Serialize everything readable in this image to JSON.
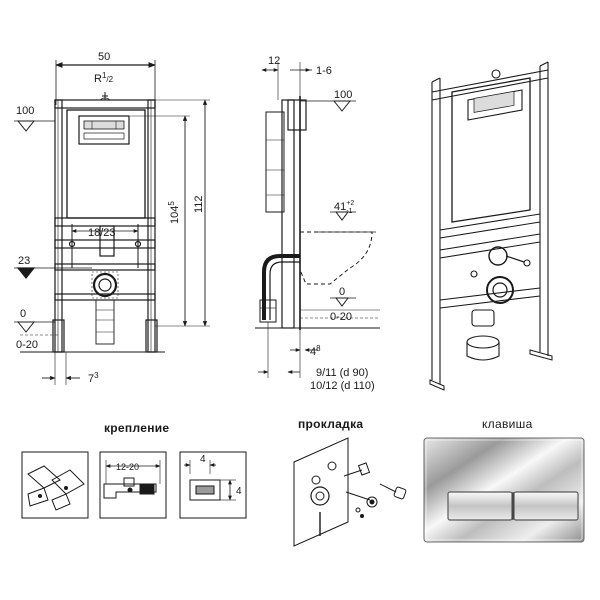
{
  "front_view": {
    "width": "50",
    "thread": "R",
    "thread_sup": "1",
    "thread_sub": "/2",
    "top_level": "100",
    "pipe_level": "23",
    "floor_level": "0",
    "floor_range": "0-20",
    "spacing": "18/23",
    "height_total": "112",
    "height_inner": "104",
    "height_inner_sup": "5",
    "offset": "7",
    "offset_sup": "3"
  },
  "side_view": {
    "depth_a": "12",
    "depth_b": "1-6",
    "top_level": "100",
    "bowl_height": "41",
    "bowl_tol_plus": "+2",
    "bowl_tol_minus": "-1",
    "floor_level": "0",
    "floor_range": "0-20",
    "wall_gap": "4",
    "wall_gap_sup": "8",
    "pipe_90": "9/11  (d 90)",
    "pipe_110": "10/12 (d 110)"
  },
  "sections": {
    "mounting": "крепление",
    "gasket": "прокладка",
    "button": "клавиша"
  },
  "mounting_details": {
    "range": "12-20",
    "dim_a": "4",
    "dim_b": "4"
  },
  "colors": {
    "line": "#1a1a1a",
    "chrome_light": "#f4f4f4",
    "chrome_dark": "#8a8a8a"
  }
}
